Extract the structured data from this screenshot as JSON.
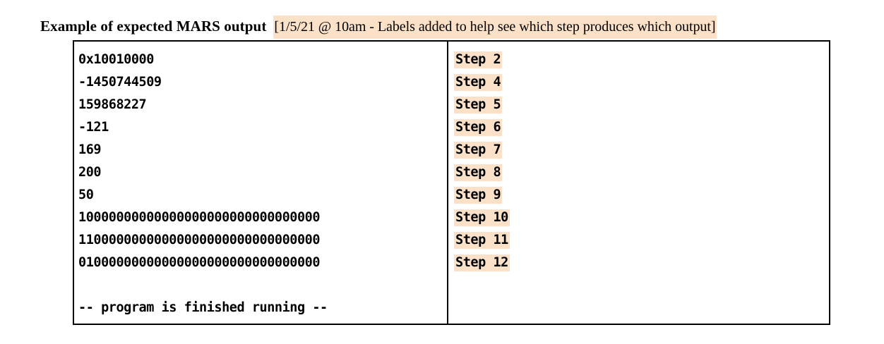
{
  "caption": {
    "title": "Example of expected MARS output",
    "note": "[1/5/21 @ 10am - Labels added to help see which step produces which output]",
    "highlight_color": "#fae1c8"
  },
  "table": {
    "border_color": "#000000",
    "output_lines": [
      "0x10010000",
      "-1450744509",
      "159868227",
      "-121",
      "169",
      "200",
      "50",
      "10000000000000000000000000000000",
      "11000000000000000000000000000000",
      "01000000000000000000000000000000",
      "",
      "-- program is finished running --"
    ],
    "step_labels": [
      "Step 2",
      "Step 4",
      "Step 5",
      "Step 6",
      "Step 7",
      "Step 8",
      "Step 9",
      "Step 10",
      "Step 11",
      "Step 12"
    ]
  }
}
